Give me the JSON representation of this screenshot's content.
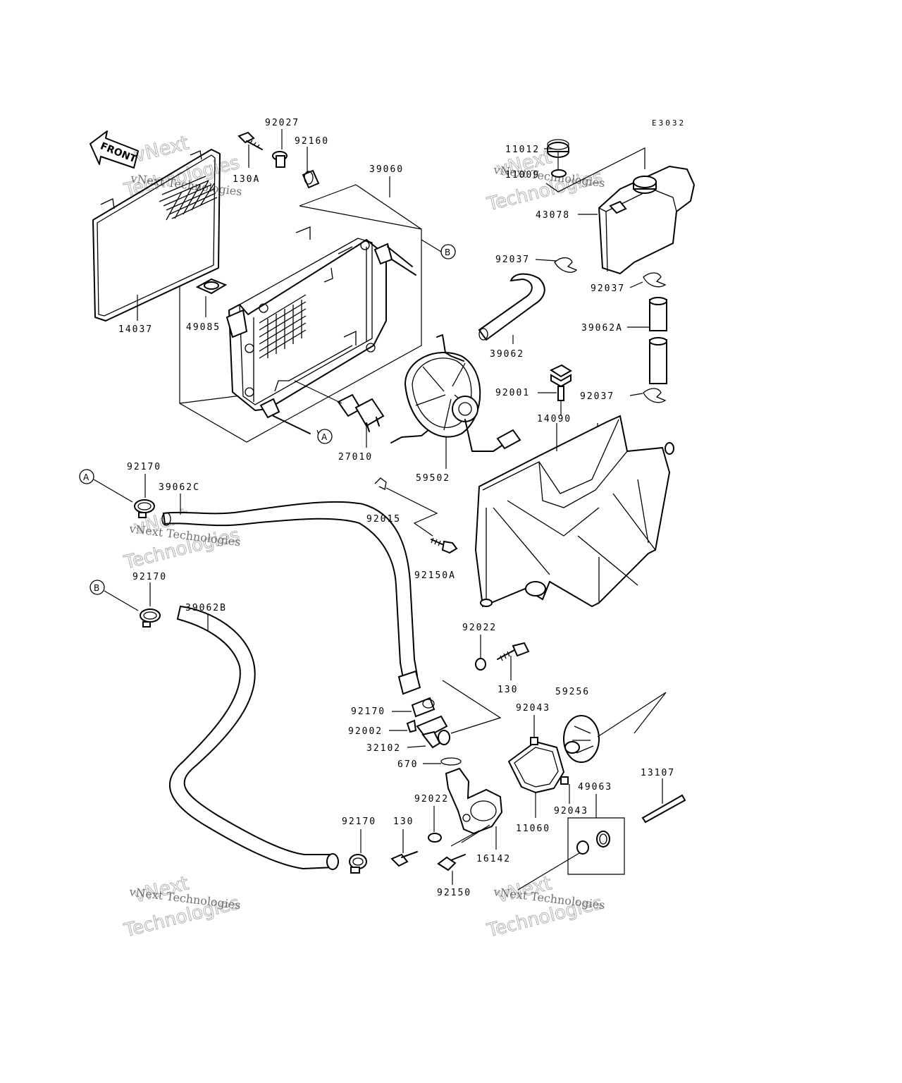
{
  "diagram_code": "E3032",
  "front_marker": "FRONT",
  "circle_markers": {
    "a": "A",
    "b": "B"
  },
  "watermark": {
    "line1": "vNext Technologies",
    "line2": "vNext",
    "line3": "Technologies"
  },
  "labels": {
    "p92027": "92027",
    "p92160": "92160",
    "p130a": "130A",
    "p39060": "39060",
    "p14037": "14037",
    "p49085": "49085",
    "p27010": "27010",
    "p59502": "59502",
    "p11012": "11012",
    "p11009": "11009",
    "p43078": "43078",
    "p92037a": "92037",
    "p92037b": "92037",
    "p92037c": "92037",
    "p39062": "39062",
    "p39062a": "39062A",
    "p92001": "92001",
    "p14090": "14090",
    "p92170a": "92170",
    "p39062c": "39062C",
    "p92170b": "92170",
    "p39062b": "39062B",
    "p92015": "92015",
    "p92150a": "92150A",
    "p92022a": "92022",
    "p130b": "130",
    "p59256": "59256",
    "p92170c": "92170",
    "p92002": "92002",
    "p32102": "32102",
    "p92043a": "92043",
    "p670": "670",
    "p92022b": "92022",
    "p49063": "49063",
    "p13107": "13107",
    "p92043b": "92043",
    "p11060": "11060",
    "p92170d": "92170",
    "p130c": "130",
    "p16142": "16142",
    "p92150": "92150"
  }
}
